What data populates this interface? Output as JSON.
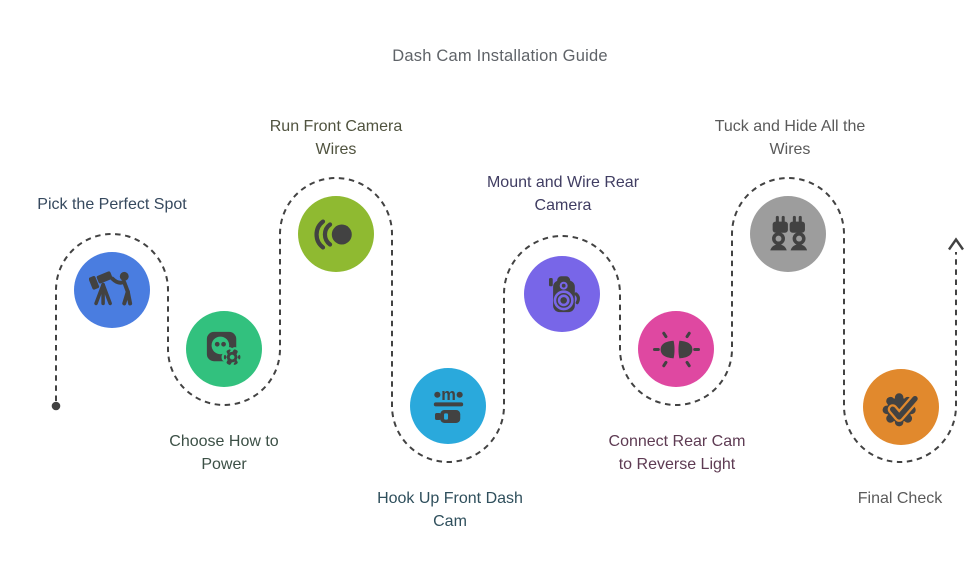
{
  "title": "Dash Cam Installation Guide",
  "title_color": "#5f6368",
  "path": {
    "color": "#424242"
  },
  "steps": [
    {
      "label": "Pick the Perfect Spot",
      "color": "#4a7de0",
      "label_color": "#36495e",
      "icon": "surveyor-telescope"
    },
    {
      "label": "Choose How to\nPower",
      "color": "#32c17e",
      "label_color": "#3c5046",
      "icon": "power-socket-gear"
    },
    {
      "label": "Run Front Camera\nWires",
      "color": "#8fba31",
      "label_color": "#50533f",
      "icon": "signal-waves"
    },
    {
      "label": "Hook Up Front Dash\nCam",
      "color": "#2aa9dc",
      "label_color": "#2f4f5c",
      "icon": "voltage-meter"
    },
    {
      "label": "Mount and Wire Rear\nCamera",
      "color": "#7866e8",
      "label_color": "#403d62",
      "icon": "rear-camera"
    },
    {
      "label": "Connect Rear Cam\nto Reverse Light",
      "color": "#df48a1",
      "label_color": "#5e3b53",
      "icon": "reverse-lights"
    },
    {
      "label": "Tuck and Hide All the\nWires",
      "color": "#9d9d9d",
      "label_color": "#5a5a5a",
      "icon": "wire-plugs"
    },
    {
      "label": "Final Check",
      "color": "#e1892d",
      "label_color": "#5a5a5a",
      "icon": "badge-check"
    }
  ]
}
